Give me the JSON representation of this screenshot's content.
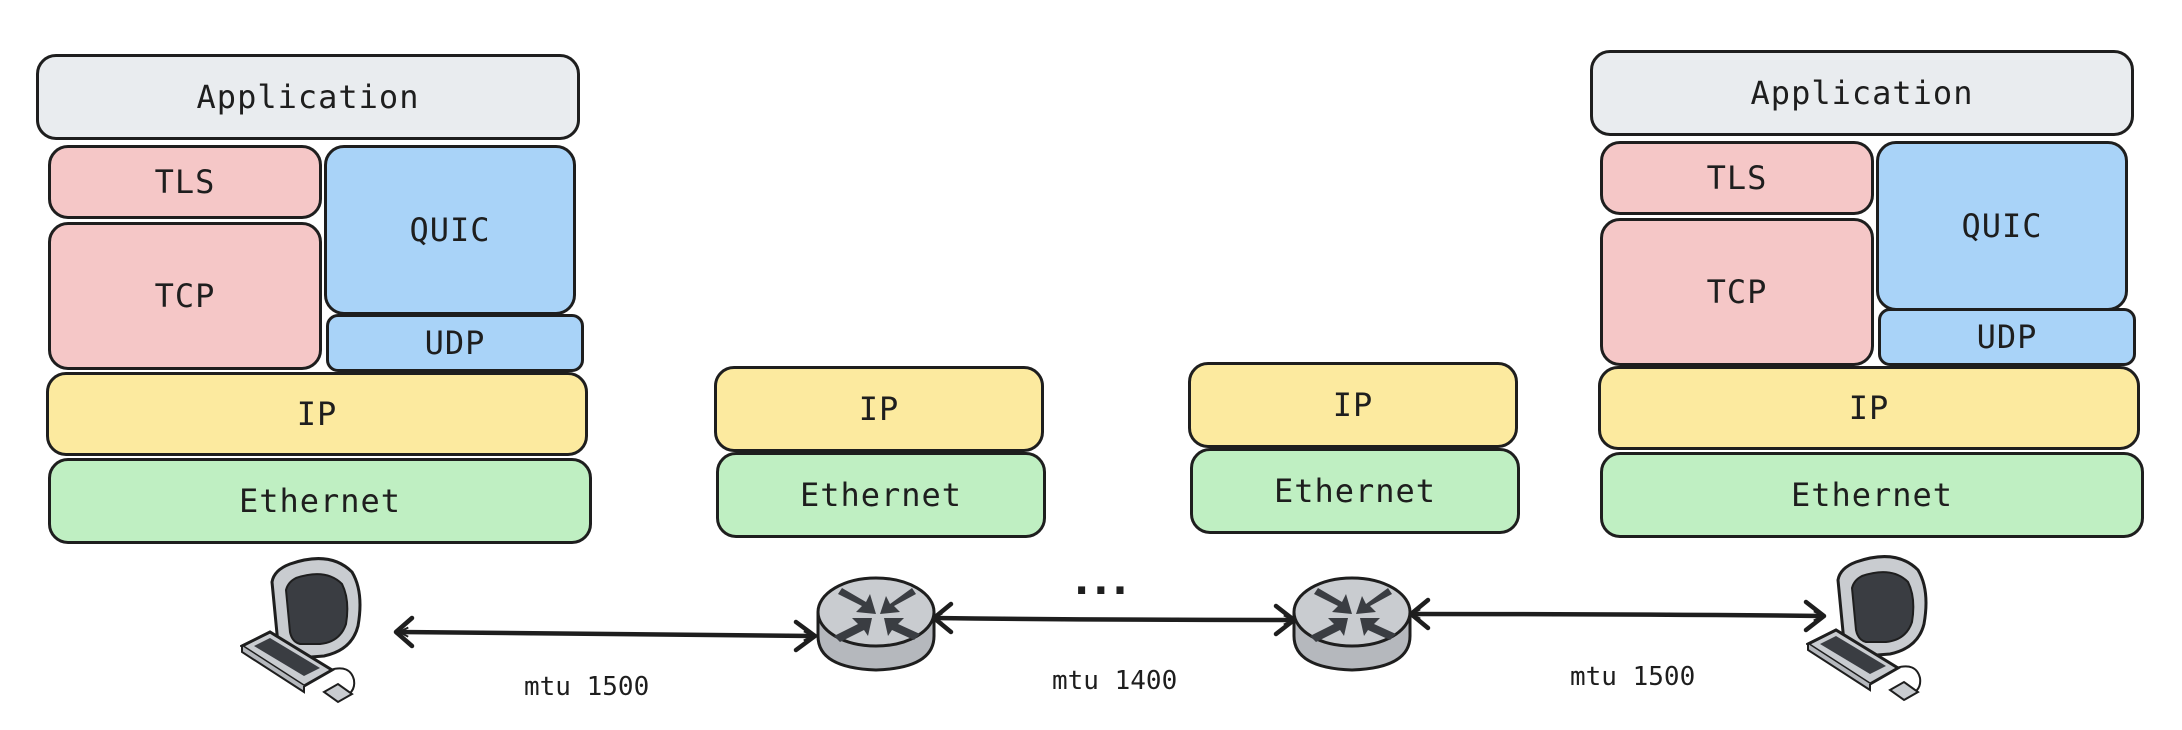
{
  "colors": {
    "application": "#e9ecef",
    "tls_tcp": "#f5c7c7",
    "quic_udp": "#a9d3f8",
    "ip": "#fcea9f",
    "ethernet": "#bfefc2",
    "stroke": "#1e1e1e",
    "device_gray": "#c9ccd0",
    "device_dark": "#3a3d42"
  },
  "icons": {
    "host": "computer-icon",
    "router": "router-icon"
  },
  "left_stack": {
    "application": "Application",
    "tls": "TLS",
    "tcp": "TCP",
    "quic": "QUIC",
    "udp": "UDP",
    "ip": "IP",
    "ethernet": "Ethernet"
  },
  "router1_stack": {
    "ip": "IP",
    "ethernet": "Ethernet"
  },
  "router2_stack": {
    "ip": "IP",
    "ethernet": "Ethernet"
  },
  "right_stack": {
    "application": "Application",
    "tls": "TLS",
    "tcp": "TCP",
    "quic": "QUIC",
    "udp": "UDP",
    "ip": "IP",
    "ethernet": "Ethernet"
  },
  "links": {
    "left_mtu": "mtu 1500",
    "middle_mtu": "mtu 1400",
    "right_mtu": "mtu 1500",
    "ellipsis": "..."
  }
}
